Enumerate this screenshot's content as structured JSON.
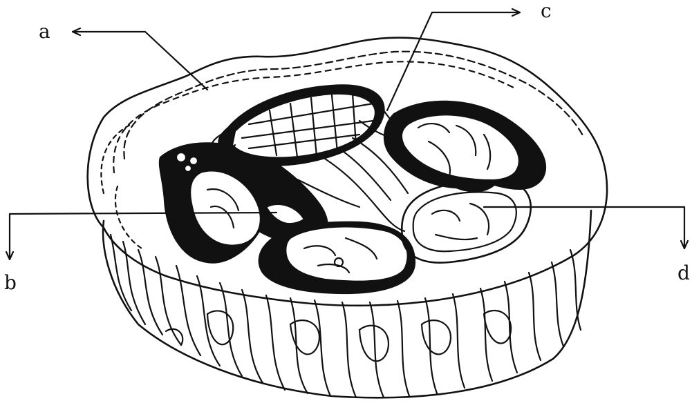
{
  "diagram": {
    "labels": {
      "a": "a",
      "b": "b",
      "c": "c",
      "d": "d"
    },
    "colors": {
      "ink": "#111111",
      "paper": "#ffffff"
    }
  }
}
